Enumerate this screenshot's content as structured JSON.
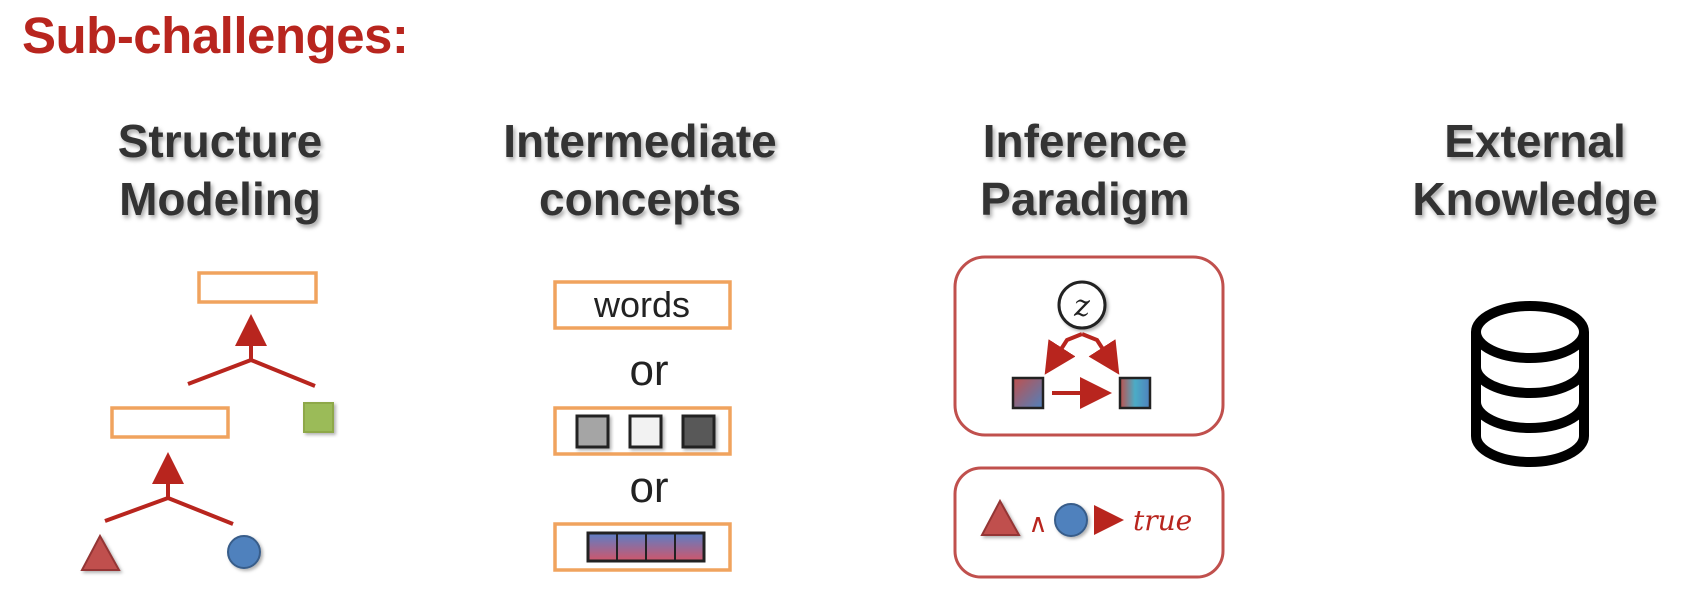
{
  "title": "Sub-challenges:",
  "columns": [
    {
      "line1": "Structure",
      "line2": "Modeling"
    },
    {
      "line1": "Intermediate",
      "line2": "concepts"
    },
    {
      "line1": "Inference",
      "line2": "Paradigm"
    },
    {
      "line1": "External",
      "line2": "Knowledge"
    }
  ],
  "intermediate": {
    "words": "words",
    "or1": "or",
    "or2": "or"
  },
  "inference": {
    "latent": "z",
    "logic_op": "∧",
    "result": "true"
  },
  "colors": {
    "title_red": "#b8251e",
    "heading_gray": "#333333",
    "box_orange": "#f0a35e",
    "arrow_red": "#b8251e",
    "panel_border": "#c0504d",
    "leaf_green": "#9bbb59",
    "triangle_red": "#c0504d",
    "circle_blue": "#4f81bd"
  },
  "icons": [
    "tree-structure-diagram",
    "latent-variable-graph",
    "database-icon"
  ]
}
